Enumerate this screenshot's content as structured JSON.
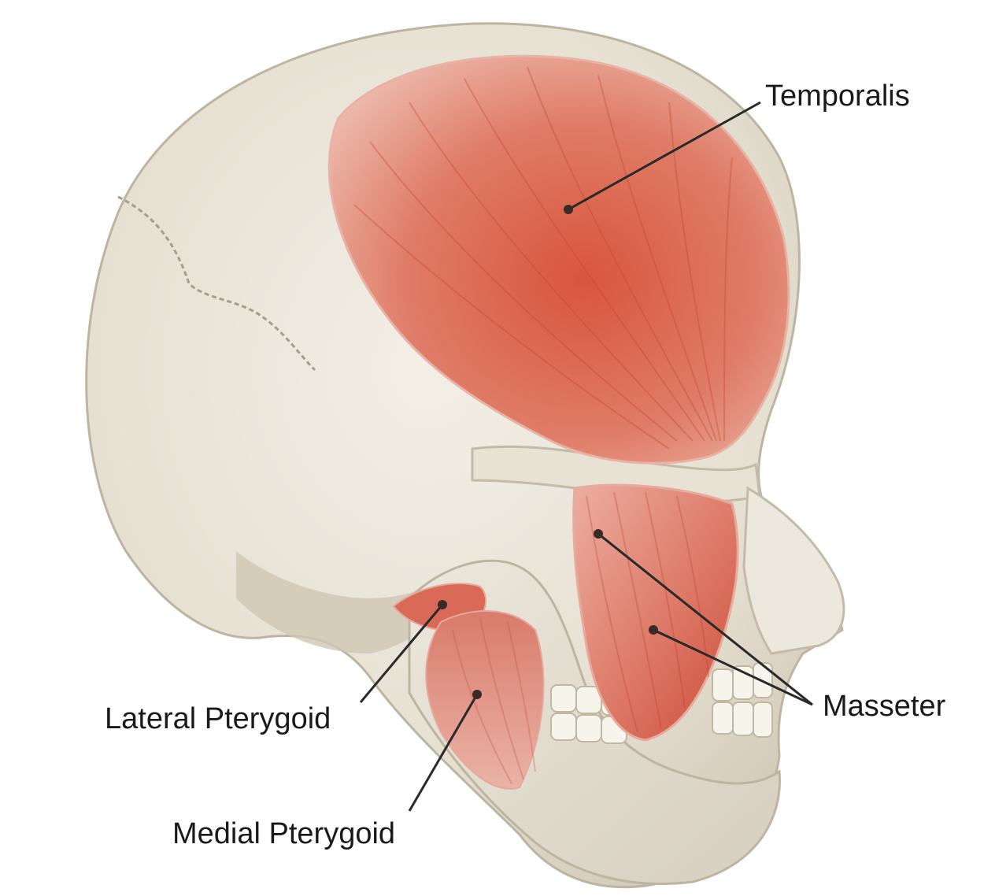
{
  "labels": {
    "temporalis": "Temporalis",
    "masseter": "Masseter",
    "lateral_pterygoid": "Lateral Pterygoid",
    "medial_pterygoid": "Medial Pterygoid"
  },
  "colors": {
    "background": "#ffffff",
    "bone": "#e9e4d8",
    "bone_shadow": "#cfc8b6",
    "muscle": "#d9604a",
    "muscle_light": "#eaa08e",
    "leader_line": "#2a2a2a"
  }
}
